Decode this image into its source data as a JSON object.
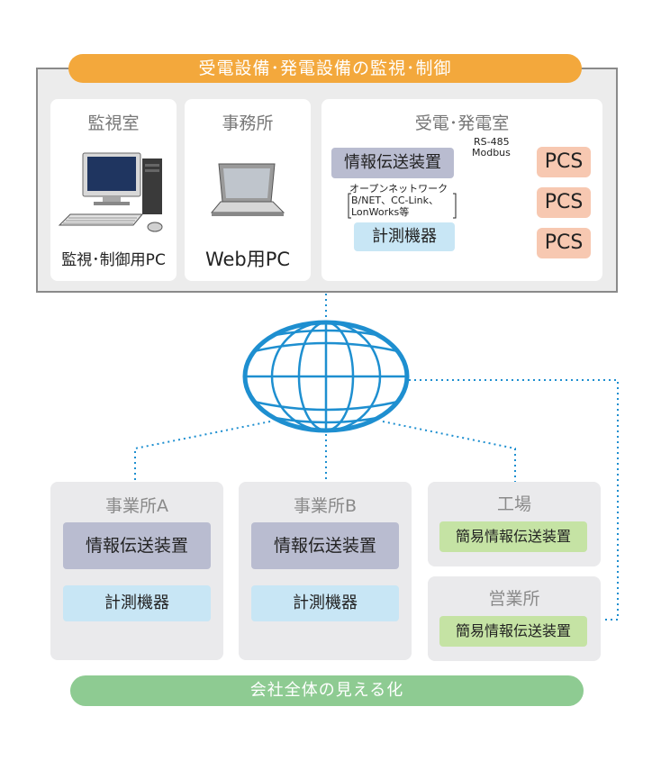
{
  "banner_top": "受電設備･発電設備の監視･制御",
  "banner_bottom": "会社全体の見える化",
  "monitor_room": {
    "title": "監視室",
    "label": "監視･制御用PC"
  },
  "office": {
    "title": "事務所",
    "label": "Web用PC"
  },
  "power_room": {
    "title": "受電･発電室",
    "info_device": "情報伝送装置",
    "meter": "計測機器",
    "rs485": "RS-485",
    "modbus": "Modbus",
    "network_lines": [
      "オープンネットワーク",
      "B/NET、CC-Link、",
      "LonWorks等"
    ],
    "pcs": [
      "PCS",
      "PCS",
      "PCS"
    ]
  },
  "site_a": {
    "title": "事業所A",
    "info_device": "情報伝送装置",
    "meter": "計測機器"
  },
  "site_b": {
    "title": "事業所B",
    "info_device": "情報伝送装置",
    "meter": "計測機器"
  },
  "factory": {
    "title": "工場",
    "device": "簡易情報伝送装置"
  },
  "sales_office": {
    "title": "営業所",
    "device": "簡易情報伝送装置"
  },
  "colors": {
    "orange": "#f3a83c",
    "green": "#8ecb92",
    "red": "#d9262b",
    "blue_line": "#1e8fd0"
  }
}
